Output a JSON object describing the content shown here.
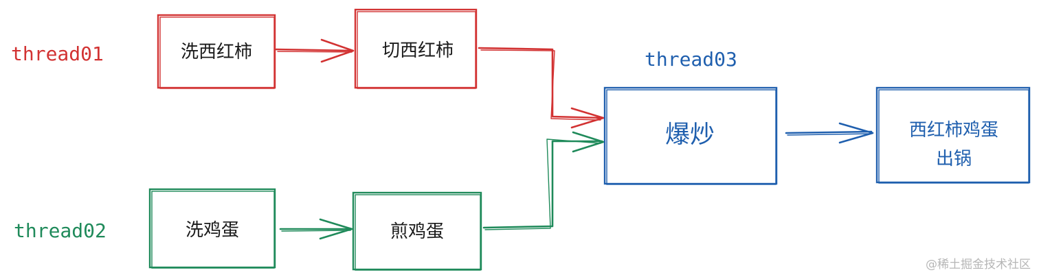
{
  "colors": {
    "thread01": "#d23232",
    "thread02": "#1f8a5a",
    "thread03": "#1f5fae",
    "text": "#1a1a1a",
    "watermark": "#b6b6b6"
  },
  "labels": {
    "thread01": "thread01",
    "thread02": "thread02",
    "thread03": "thread03"
  },
  "boxes": {
    "wash_tomato": "洗西红柿",
    "cut_tomato": "切西红柿",
    "wash_egg": "洗鸡蛋",
    "fry_egg": "煎鸡蛋",
    "stir_fry": "爆炒",
    "serve_line1": "西红柿鸡蛋",
    "serve_line2": "出锅"
  },
  "watermark": "@稀土掘金技术社区"
}
